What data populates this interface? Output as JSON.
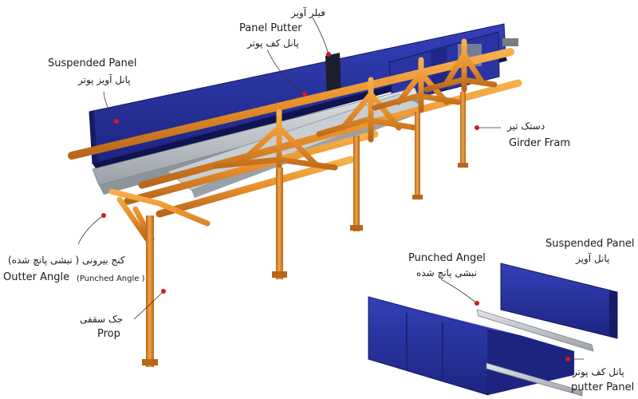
{
  "labels": {
    "filler_hanger_fa": "فیلر آویز",
    "panel_putter_en": "Panel Putter",
    "panel_putter_fa": "پانل کف پوتر",
    "suspended_panel_en": "Suspended Panel",
    "suspended_panel_fa": "پانل آویز پوتر",
    "girder_frame_fa": "دستک تیر",
    "girder_frame_en": "Girder  Fram",
    "outer_angle_fa": "کنج بیرونی ( نبشی پانچ شده)",
    "outer_angle_en": "Outter  Angle",
    "outer_angle_sub": "(Punched Angle )",
    "prop_fa": "جک سقفی",
    "prop_en": "Prop",
    "inset_punched_angle_en": "Punched Angel",
    "inset_punched_angle_fa": "نبشی پانچ شده",
    "inset_suspended_panel_en": "Suspended Panel",
    "inset_suspended_panel_fa": "پانل آویز",
    "inset_putter_panel_fa": "پانل کف پوتر",
    "inset_putter_panel_en": "putter Panel"
  },
  "colors": {
    "panel_blue": "#27309a",
    "panel_blue_dark": "#1b2276",
    "pipe_orange": "#e8902c",
    "pipe_orange_dark": "#b8661a",
    "metal_gray": "#b7bcc2",
    "pointer_red": "#d7191f",
    "line": "#333333"
  }
}
